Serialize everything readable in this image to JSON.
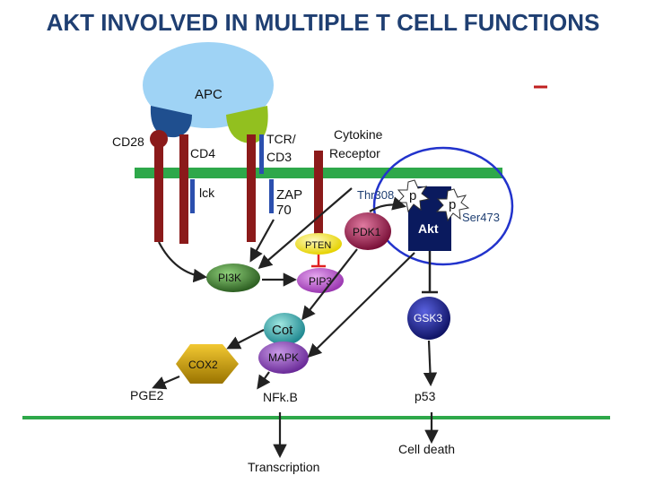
{
  "title": "AKT INVOLVED IN MULTIPLE T CELL FUNCTIONS",
  "labels": {
    "apc": "APC",
    "cd28": "CD28",
    "cd4": "CD4",
    "tcr_line1": "TCR/",
    "tcr_line2": "CD3",
    "cytokine_line1": "Cytokine",
    "cytokine_line2": "Receptor",
    "lck": "lck",
    "zap_line1": "ZAP",
    "zap_line2": "70",
    "thr308": "Thr308",
    "ser473": "Ser473",
    "p1": "p",
    "p2": "p",
    "pdk1": "PDK1",
    "akt": "Akt",
    "pten": "PTEN",
    "pi3k": "PI3K",
    "pip3": "PIP3",
    "gsk3": "GSK3",
    "cot": "Cot",
    "cox2": "COX2",
    "mapk": "MAPK",
    "pge2": "PGE2",
    "nfkb": "NFk.B",
    "p53": "p53",
    "cell_death": "Cell death",
    "transcription": "Transcription"
  },
  "colors": {
    "title": "#1f3f72",
    "membrane": "#2ea84a",
    "apc": "#9fd3f5",
    "cd4_cap": "#1f4f8f",
    "tcr_cap": "#92c01f",
    "receptor": "#8b1a1a",
    "lck_bar": "#2b4fae",
    "akt_box": "#0a1a5e",
    "circle_outline": "#2233cc",
    "pdk1": "#8e1c4a",
    "pten": "#f5e93a",
    "pi3k": "#3e7a33",
    "pip3": "#b14fc6",
    "gsk3": "#1a1f8a",
    "cot": "#2aa0a0",
    "cox2": "#c8a000",
    "mapk": "#7e3aa8",
    "inhibit": "#e02020"
  }
}
